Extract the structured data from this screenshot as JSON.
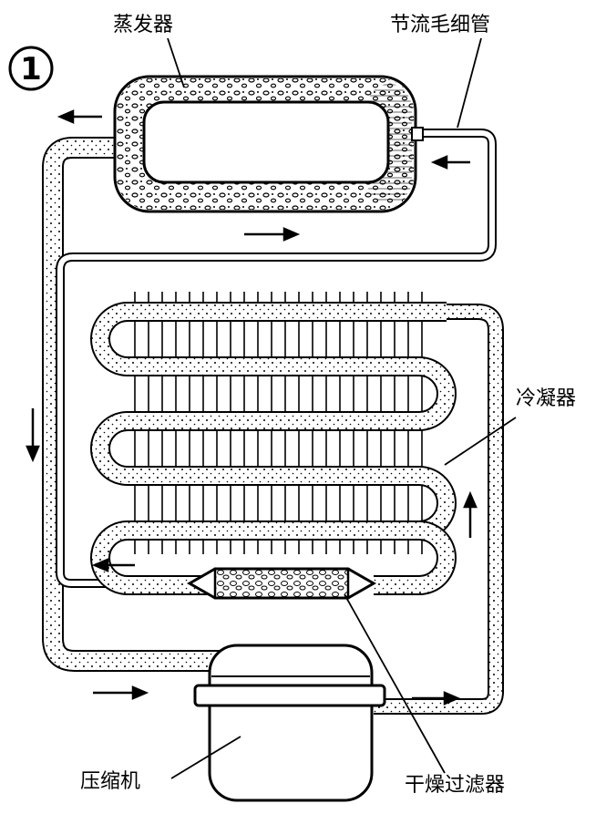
{
  "figure": {
    "number": "1",
    "labels": {
      "evaporator": "蒸发器",
      "capillary": "节流毛细管",
      "condenser": "冷凝器",
      "compressor": "压缩机",
      "filter_drier": "干燥过滤器"
    }
  },
  "colors": {
    "ink": "#000000",
    "paper": "#ffffff"
  }
}
